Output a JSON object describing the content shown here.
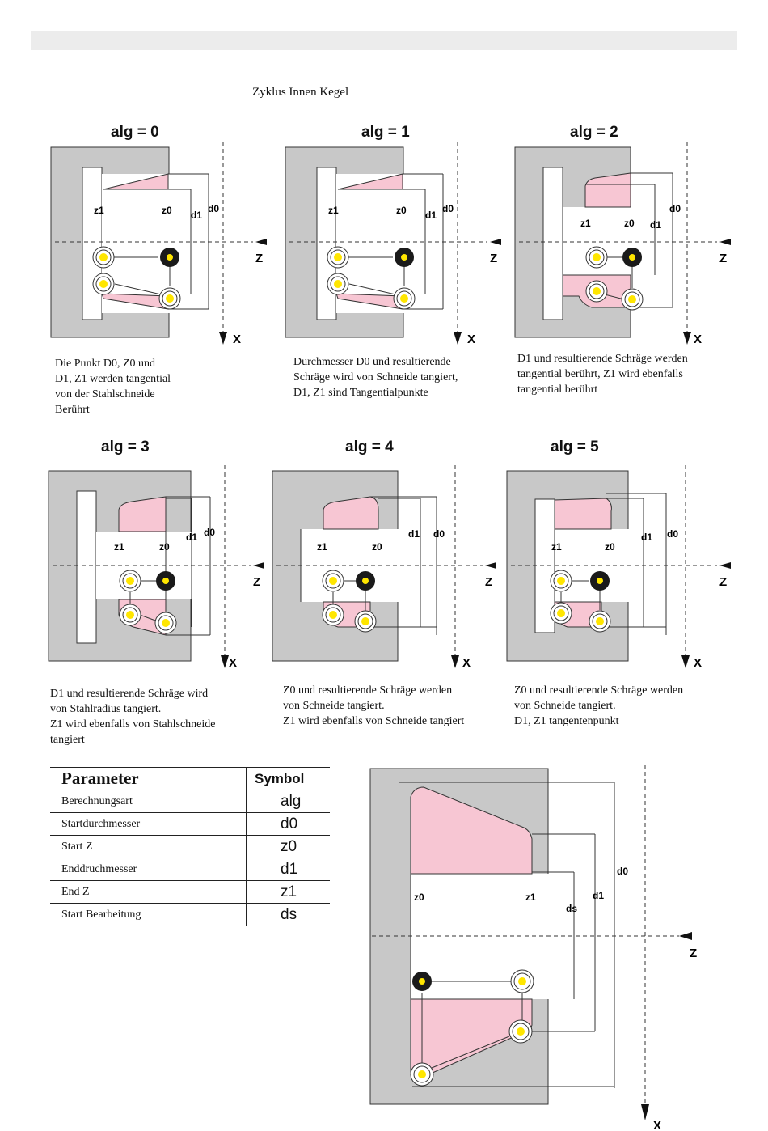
{
  "page": {
    "title": "Zyklus Innen Kegel"
  },
  "labels": {
    "z1": "z1",
    "z0": "z0",
    "d1": "d1",
    "d0": "d0",
    "ds": "ds",
    "axis_z": "Z",
    "axis_x": "X"
  },
  "figures": [
    {
      "heading": "alg = 0",
      "caption": [
        "Die Punkt D0, Z0 und",
        "D1, Z1 werden tangential",
        "von der Stahlschneide",
        "Berührt"
      ]
    },
    {
      "heading": "alg = 1",
      "caption": [
        "Durchmesser D0 und resultierende",
        "Schräge wird von Schneide tangiert,",
        "D1, Z1 sind Tangentialpunkte"
      ]
    },
    {
      "heading": "alg = 2",
      "caption": [
        "D1 und resultierende Schräge werden",
        "tangential berührt, Z1 wird ebenfalls",
        "tangential berührt"
      ]
    },
    {
      "heading": "alg = 3",
      "caption": [
        "D1 und resultierende Schräge wird",
        "von Stahlradius tangiert.",
        "Z1 wird ebenfalls von Stahlschneide",
        "tangiert"
      ]
    },
    {
      "heading": "alg = 4",
      "caption": [
        "Z0 und resultierende Schräge werden",
        "von Schneide tangiert.",
        "Z1 wird ebenfalls von Schneide tangiert"
      ]
    },
    {
      "heading": "alg = 5",
      "caption": [
        "Z0 und resultierende Schräge werden",
        "von Schneide tangiert.",
        "D1, Z1 tangentenpunkt"
      ]
    }
  ],
  "table": {
    "headers": [
      "Parameter",
      "Symbol"
    ],
    "rows": [
      {
        "parameter": "Berechnungsart",
        "symbol": "alg"
      },
      {
        "parameter": "Startdurchmesser",
        "symbol": "d0"
      },
      {
        "parameter": "Start Z",
        "symbol": "z0"
      },
      {
        "parameter": "Enddruchmesser",
        "symbol": "d1"
      },
      {
        "parameter": "End Z",
        "symbol": "z1"
      },
      {
        "parameter": "Start Bearbeitung",
        "symbol": "ds"
      }
    ]
  },
  "colors": {
    "material": "#c8c8c8",
    "cut_region": "#f7c6d3",
    "tool_dark": "#1a1a1a",
    "marker": "#ffe600"
  }
}
